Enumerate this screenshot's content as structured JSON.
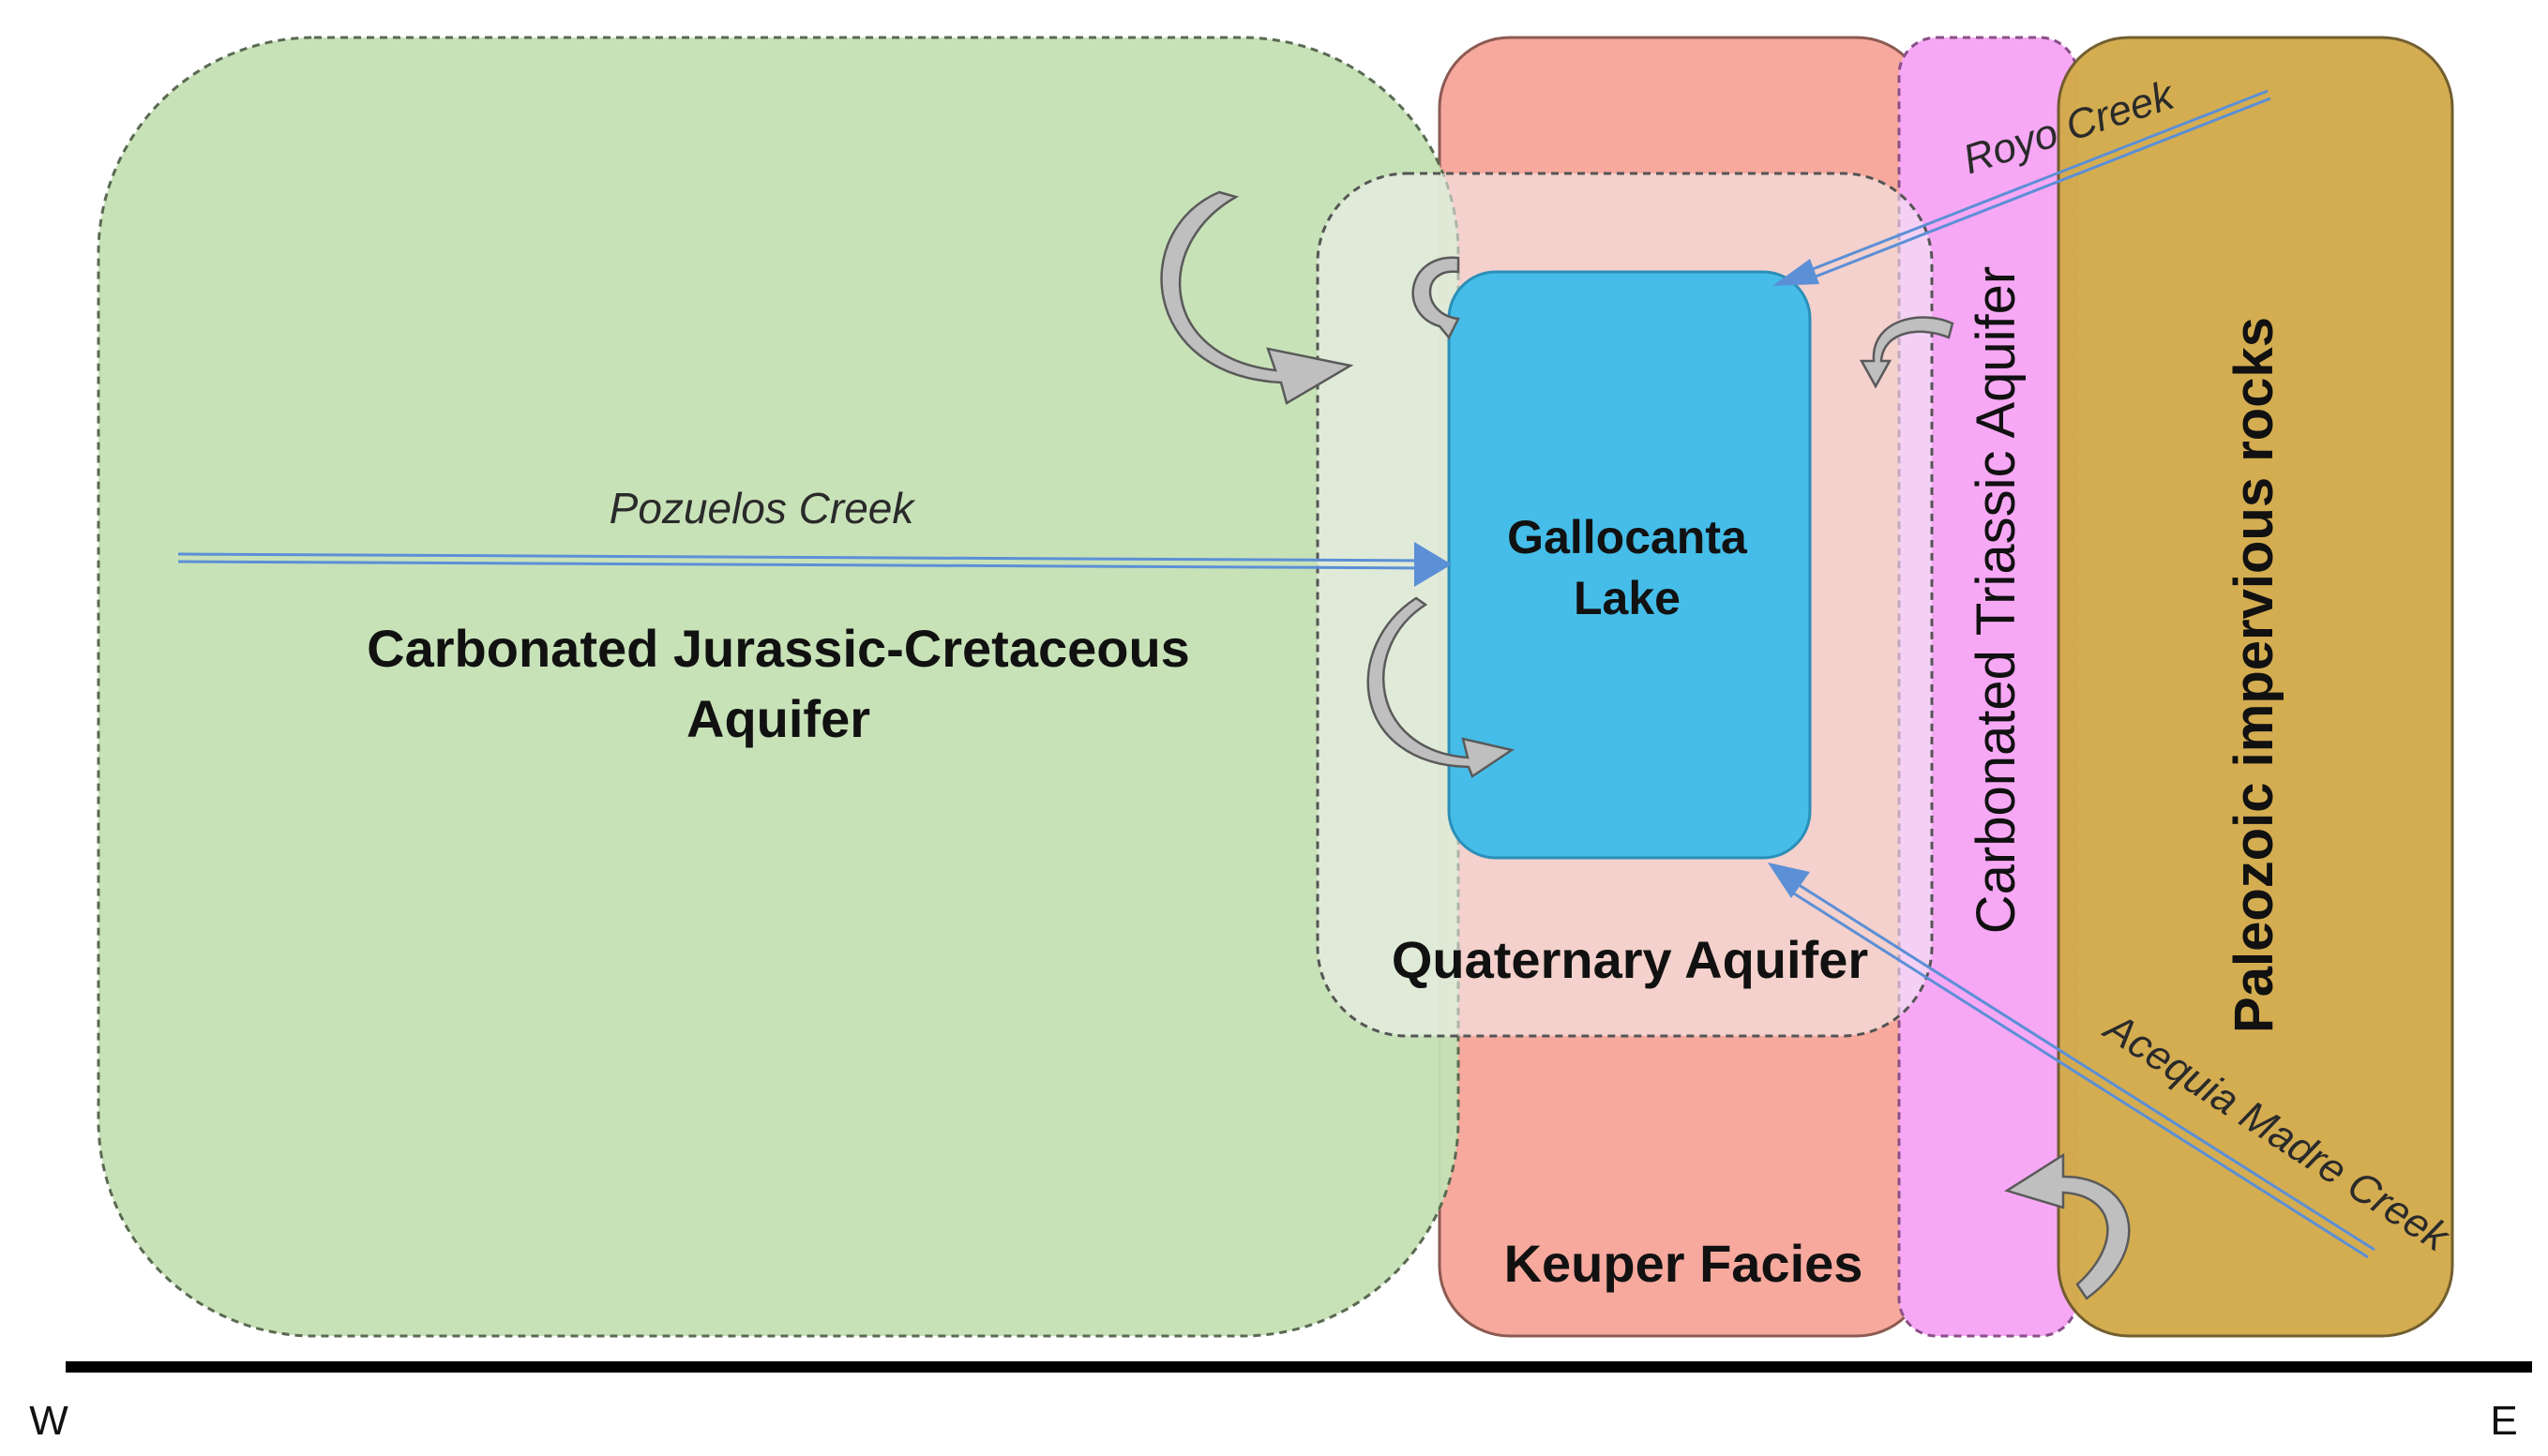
{
  "labels": {
    "jurassic_line1": "Carbonated Jurassic-Cretaceous",
    "jurassic_line2": "Aquifer",
    "keuper": "Keuper Facies",
    "triassic": "Carbonated Triassic Aquifer",
    "paleozoic": "Paleozoic impervious rocks",
    "quaternary": "Quaternary Aquifer",
    "lake_line1": "Gallocanta",
    "lake_line2": "Lake",
    "pozuelos": "Pozuelos Creek",
    "royo": "Royo Creek",
    "acequia": "Acequia Madre Creek",
    "west": "W",
    "east": "E"
  },
  "colors": {
    "jurassic": "#c5e0b4",
    "keuper": "#f7a99e",
    "triassic": "#f7a8f5",
    "paleozoic": "#d3ab4c",
    "quaternary": "#f2f2f2",
    "lake": "#45bde8",
    "creek": "#5b8fd6",
    "curved_arrow": "#bfbfbf",
    "ground_line": "#000000"
  }
}
